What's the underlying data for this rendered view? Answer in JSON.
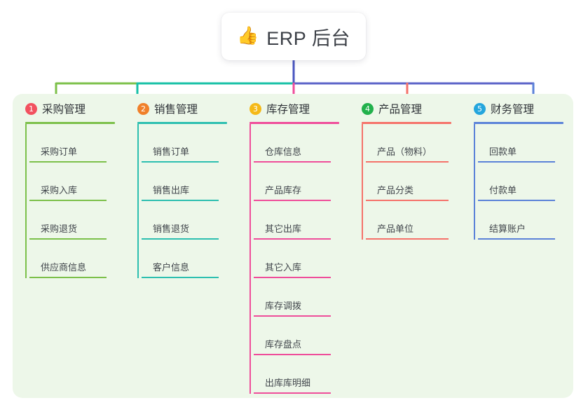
{
  "root": {
    "icon": "thumbs-up-icon",
    "icon_glyph": "👍",
    "title": "ERP 后台"
  },
  "theme": {
    "panel_background": "#edf7e9",
    "root_background": "#ffffff",
    "title_text": "#3b3f46",
    "leaf_text": "#41464c",
    "trunk_line": "#4a56c0"
  },
  "connector": {
    "segments": [
      {
        "name": "trunk-vertical",
        "color": "#4a56c0"
      },
      {
        "name": "bar-green",
        "color": "#7cc04a"
      },
      {
        "name": "bar-teal",
        "color": "#16c0a6"
      },
      {
        "name": "bar-indigo",
        "color": "#5a62c8"
      },
      {
        "name": "drop-purchase",
        "color": "#7cc04a"
      },
      {
        "name": "drop-sales",
        "color": "#16c0a6"
      },
      {
        "name": "drop-inventory",
        "color": "#ef4d9a"
      },
      {
        "name": "drop-product",
        "color": "#f5726a"
      },
      {
        "name": "drop-finance",
        "color": "#5b82d8"
      }
    ]
  },
  "columns": [
    {
      "id": "purchase",
      "number": "1",
      "badge_color": "#f2515f",
      "line_color": "#7cc04a",
      "title": "采购管理",
      "items": [
        {
          "label": "采购订单"
        },
        {
          "label": "采购入库"
        },
        {
          "label": "采购退货"
        },
        {
          "label": "供应商信息"
        }
      ]
    },
    {
      "id": "sales",
      "number": "2",
      "badge_color": "#f0802a",
      "line_color": "#2dbfb0",
      "title": "销售管理",
      "items": [
        {
          "label": "销售订单"
        },
        {
          "label": "销售出库"
        },
        {
          "label": "销售退货"
        },
        {
          "label": "客户信息"
        }
      ]
    },
    {
      "id": "inventory",
      "number": "3",
      "badge_color": "#f5b917",
      "line_color": "#ef4d9a",
      "title": "库存管理",
      "items": [
        {
          "label": "仓库信息"
        },
        {
          "label": "产品库存"
        },
        {
          "label": "其它出库"
        },
        {
          "label": "其它入库"
        },
        {
          "label": "库存调拨"
        },
        {
          "label": "库存盘点"
        },
        {
          "label": "出库库明细"
        }
      ]
    },
    {
      "id": "product",
      "number": "4",
      "badge_color": "#22b14c",
      "line_color": "#f5726a",
      "title": "产品管理",
      "items": [
        {
          "label": "产品（物料）"
        },
        {
          "label": "产品分类"
        },
        {
          "label": "产品单位"
        }
      ]
    },
    {
      "id": "finance",
      "number": "5",
      "badge_color": "#24a6dd",
      "line_color": "#5b82d8",
      "title": "财务管理",
      "items": [
        {
          "label": "回款单"
        },
        {
          "label": "付款单"
        },
        {
          "label": "结算账户"
        }
      ]
    }
  ]
}
